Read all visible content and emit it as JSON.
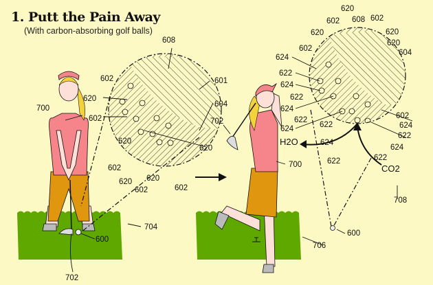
{
  "header": {
    "title": "1. Putt the Pain Away",
    "subtitle": "(With carbon-absorbing golf balls)"
  },
  "colors": {
    "background": "#fdf9c4",
    "shirt": "#f5858a",
    "skin": "#fde0d8",
    "hair": "#f4d23c",
    "shorts": "#e0960f",
    "grass": "#5ea800"
  },
  "left_figure": {
    "labels": [
      "608",
      "601",
      "602",
      "620",
      "602",
      "700",
      "604",
      "620",
      "620",
      "602",
      "620",
      "620",
      "602",
      "602",
      "600",
      "702",
      "704"
    ]
  },
  "right_figure": {
    "labels": [
      "620",
      "602",
      "608",
      "602",
      "620",
      "620",
      "620",
      "602",
      "604",
      "624",
      "622",
      "624",
      "622",
      "624",
      "622",
      "622",
      "624",
      "702",
      "624",
      "602",
      "624",
      "622",
      "624",
      "622",
      "622",
      "708",
      "700",
      "600",
      "706"
    ],
    "h2o": "H2O",
    "co2": "CO2"
  }
}
